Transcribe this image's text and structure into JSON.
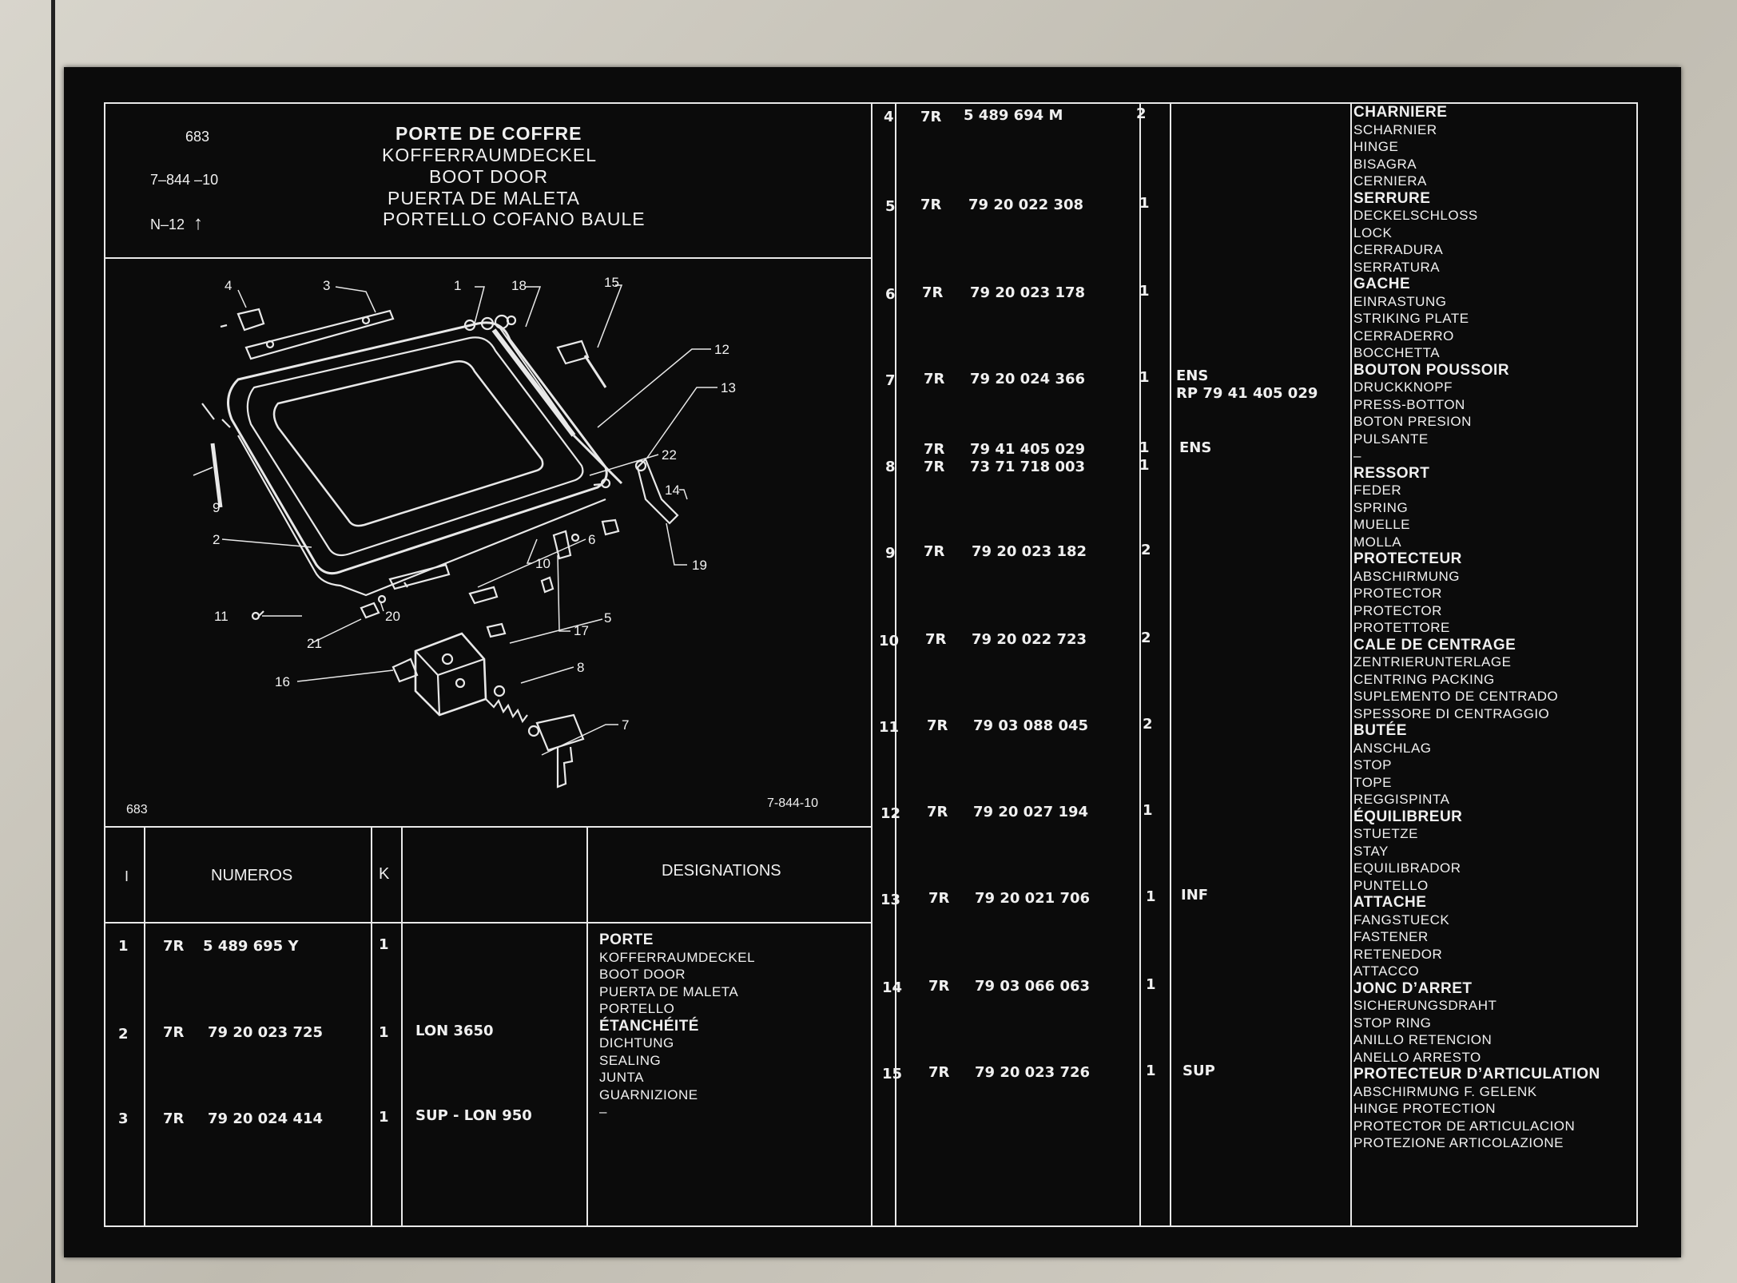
{
  "header": {
    "group_no": "683",
    "plate_ref": "7–844 –10",
    "revision": "N–12",
    "revision_arrow": "↑",
    "titles": [
      "PORTE DE COFFRE",
      "KOFFERRAUMDECKEL",
      "BOOT DOOR",
      "PUERTA DE MALETA",
      "PORTELLO COFANO BAULE"
    ]
  },
  "illustration": {
    "caption_left": "683",
    "caption_right": "7-844-10",
    "callouts": [
      "1",
      "2",
      "3",
      "4",
      "5",
      "6",
      "7",
      "8",
      "9",
      "10",
      "11",
      "12",
      "13",
      "14",
      "15",
      "16",
      "17",
      "18",
      "19",
      "20",
      "21",
      "22"
    ]
  },
  "table_header": {
    "col_index": "I",
    "col_numeros": "NUMEROS",
    "col_k": "K",
    "col_designations": "DESIGNATIONS"
  },
  "left_rows": [
    {
      "idx": "1",
      "prefix": "7R",
      "number": "5 489 695 Y",
      "qty": "1",
      "note": ""
    },
    {
      "idx": "2",
      "prefix": "7R",
      "number": "79 20 023 725",
      "qty": "1",
      "note": "LON 3650"
    },
    {
      "idx": "3",
      "prefix": "7R",
      "number": "79 20 024 414",
      "qty": "1",
      "note": "SUP - LON 950"
    }
  ],
  "left_designations": [
    {
      "title": "PORTE",
      "lines": [
        "KOFFERRAUMDECKEL",
        "BOOT DOOR",
        "PUERTA DE MALETA",
        "PORTELLO"
      ]
    },
    {
      "title": "ÉTANCHÉITÉ",
      "lines": [
        "DICHTUNG",
        "SEALING",
        "JUNTA",
        "GUARNIZIONE",
        "–"
      ]
    }
  ],
  "right_rows": [
    {
      "idx": "4",
      "prefix": "7R",
      "number": "5 489 694 M",
      "qty": "2",
      "note": ""
    },
    {
      "idx": "5",
      "prefix": "7R",
      "number": "79 20 022 308",
      "qty": "1",
      "note": ""
    },
    {
      "idx": "6",
      "prefix": "7R",
      "number": "79 20 023 178",
      "qty": "1",
      "note": ""
    },
    {
      "idx": "7",
      "prefix": "7R",
      "number": "79 20 024 366",
      "qty": "1",
      "note": "ENS",
      "note2": "RP 79 41 405 029"
    },
    {
      "idx": "8",
      "prefix": "7R",
      "number": "79 41 405 029",
      "qty": "1",
      "note": "ENS",
      "prefix2": "7R",
      "number2": "73 71 718 003",
      "qty2": "1"
    },
    {
      "idx": "9",
      "prefix": "7R",
      "number": "79 20 023 182",
      "qty": "2",
      "note": ""
    },
    {
      "idx": "10",
      "prefix": "7R",
      "number": "79 20 022 723",
      "qty": "2",
      "note": ""
    },
    {
      "idx": "11",
      "prefix": "7R",
      "number": "79 03 088 045",
      "qty": "2",
      "note": ""
    },
    {
      "idx": "12",
      "prefix": "7R",
      "number": "79 20 027 194",
      "qty": "1",
      "note": ""
    },
    {
      "idx": "13",
      "prefix": "7R",
      "number": "79 20 021 706",
      "qty": "1",
      "note": "INF"
    },
    {
      "idx": "14",
      "prefix": "7R",
      "number": "79 03 066 063",
      "qty": "1",
      "note": ""
    },
    {
      "idx": "15",
      "prefix": "7R",
      "number": "79 20 023 726",
      "qty": "1",
      "note": "SUP"
    }
  ],
  "right_designations": [
    {
      "title": "CHARNIERE",
      "lines": [
        "SCHARNIER",
        "HINGE",
        "BISAGRA",
        "CERNIERA"
      ]
    },
    {
      "title": "SERRURE",
      "lines": [
        "DECKELSCHLOSS",
        "LOCK",
        "CERRADURA",
        "SERRATURA"
      ]
    },
    {
      "title": "GACHE",
      "lines": [
        "EINRASTUNG",
        "STRIKING PLATE",
        "CERRADERRO",
        "BOCCHETTA"
      ]
    },
    {
      "title": "BOUTON POUSSOIR",
      "lines": [
        "DRUCKKNOPF",
        "PRESS-BOTTON",
        "BOTON PRESION",
        "PULSANTE",
        "–"
      ]
    },
    {
      "title": "RESSORT",
      "lines": [
        "FEDER",
        "SPRING",
        "MUELLE",
        "MOLLA"
      ]
    },
    {
      "title": "PROTECTEUR",
      "lines": [
        "ABSCHIRMUNG",
        "PROTECTOR",
        "PROTECTOR",
        "PROTETTORE"
      ]
    },
    {
      "title": "CALE DE CENTRAGE",
      "lines": [
        "ZENTRIERUNTERLAGE",
        "CENTRING PACKING",
        "SUPLEMENTO DE CENTRADO",
        "SPESSORE DI CENTRAGGIO"
      ]
    },
    {
      "title": "BUTÉE",
      "lines": [
        "ANSCHLAG",
        "STOP",
        "TOPE",
        "REGGISPINTA"
      ]
    },
    {
      "title": "ÉQUILIBREUR",
      "lines": [
        "STUETZE",
        "STAY",
        "EQUILIBRADOR",
        "PUNTELLO"
      ]
    },
    {
      "title": "ATTACHE",
      "lines": [
        "FANGSTUECK",
        "FASTENER",
        "RETENEDOR",
        "ATTACCO"
      ]
    },
    {
      "title": "JONC D’ARRET",
      "lines": [
        "SICHERUNGSDRAHT",
        "STOP RING",
        "ANILLO RETENCION",
        "ANELLO ARRESTO"
      ]
    },
    {
      "title": "PROTECTEUR D’ARTICULATION",
      "lines": [
        "ABSCHIRMUNG F. GELENK",
        "HINGE PROTECTION",
        "PROTECTOR DE ARTICULACION",
        "PROTEZIONE ARTICOLAZIONE"
      ]
    }
  ]
}
